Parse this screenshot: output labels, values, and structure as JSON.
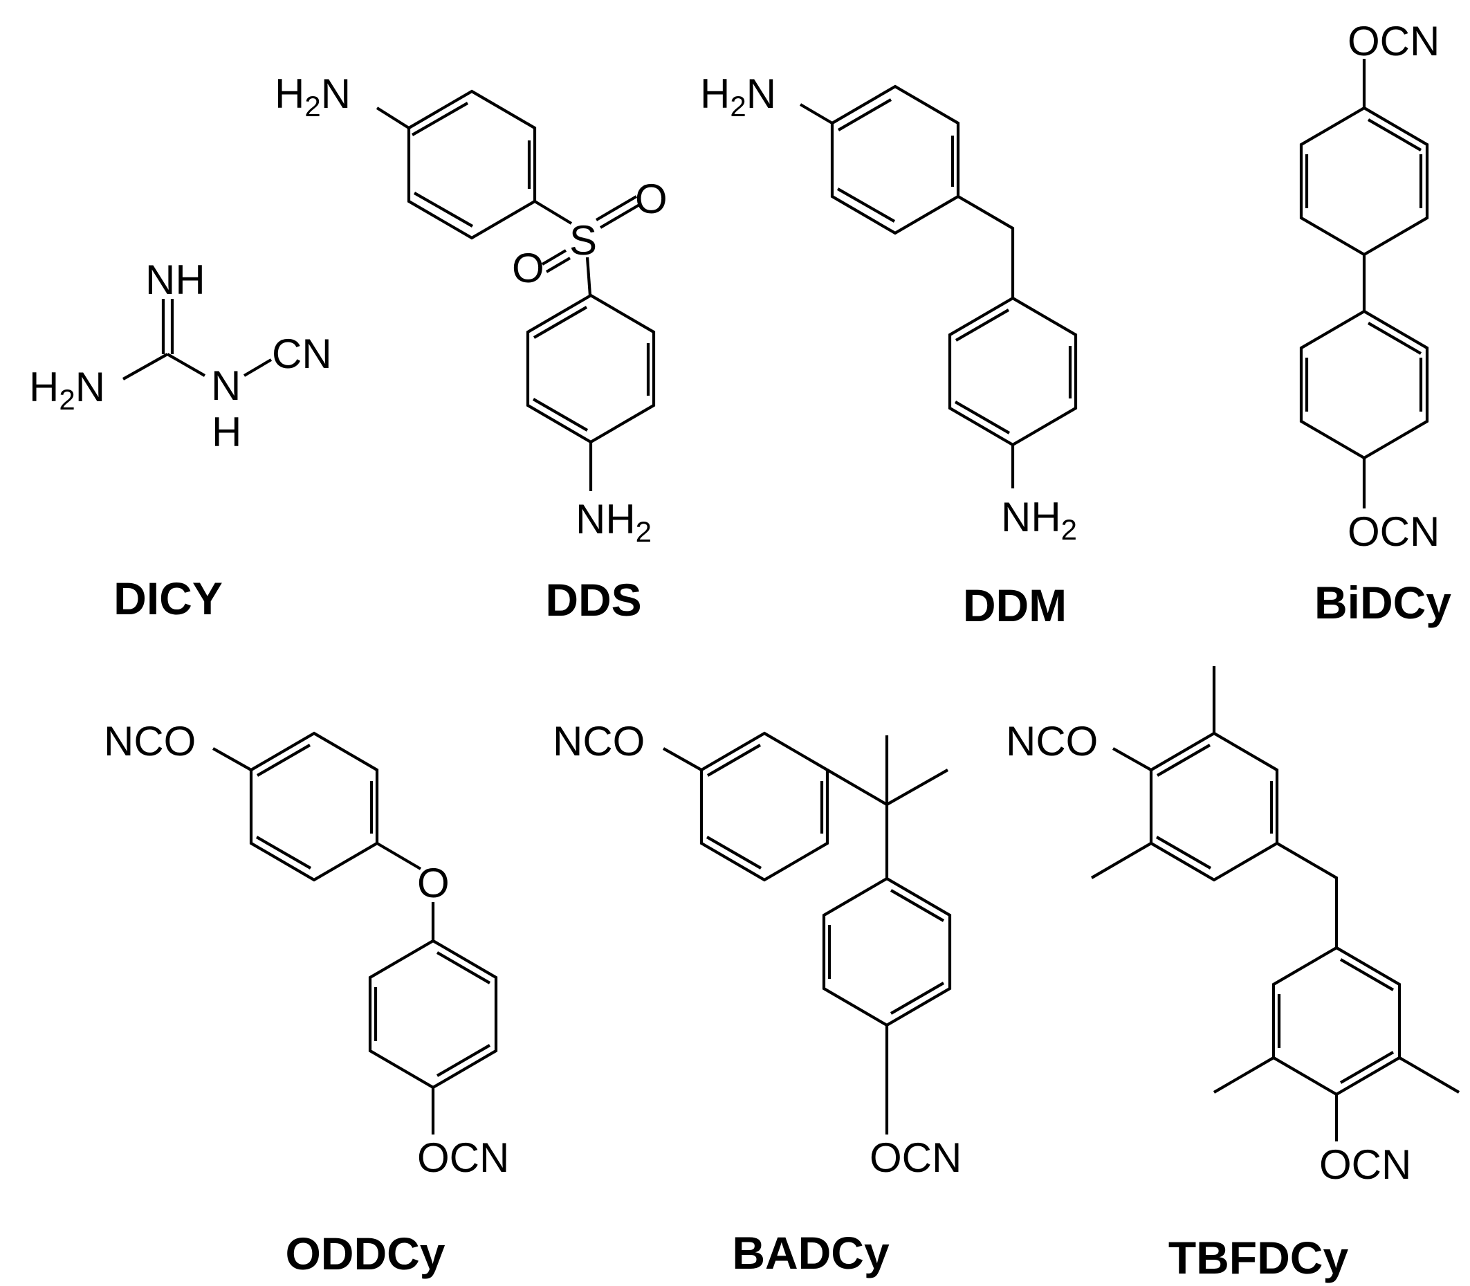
{
  "compounds": {
    "dicy": {
      "name": "DICY",
      "labels": {
        "nh": "NH",
        "h2n": "H2N",
        "nh_n": "N",
        "nh_h": "H",
        "cn": "CN"
      }
    },
    "dds": {
      "name": "DDS",
      "labels": {
        "h2n": "H2N",
        "s": "S",
        "o1": "O",
        "o2": "O",
        "nh2": "NH2"
      }
    },
    "ddm": {
      "name": "DDM",
      "labels": {
        "h2n": "H2N",
        "nh2": "NH2"
      }
    },
    "bidcy": {
      "name": "BiDCy",
      "labels": {
        "ocn_top": "OCN",
        "ocn_bottom": "OCN"
      }
    },
    "oddcy": {
      "name": "ODDCy",
      "labels": {
        "nco": "NCO",
        "o": "O",
        "ocn": "OCN"
      }
    },
    "badcy": {
      "name": "BADCy",
      "labels": {
        "nco": "NCO",
        "ocn": "OCN"
      }
    },
    "tbfdcy": {
      "name": "TBFDCy",
      "labels": {
        "nco": "NCO",
        "ocn": "OCN"
      }
    }
  }
}
